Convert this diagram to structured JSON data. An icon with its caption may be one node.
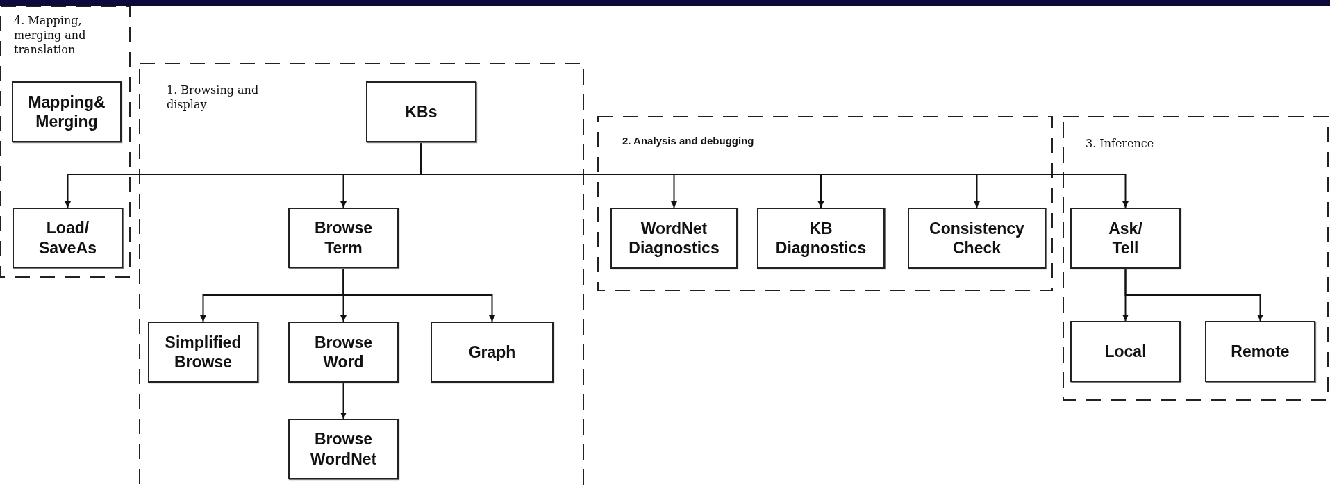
{
  "diagram": {
    "nodes": [
      {
        "text": [
          "4. Mapping, merging and translation"
        ]
      },
      {
        "text": [
          "Mapping& Merging"
        ],
        "in": 0
      },
      {
        "text": [
          "1. Browsing and display"
        ]
      },
      {
        "text": [
          "KBs"
        ],
        "in": 2
      },
      {
        "text": [
          "Load/ SaveAs"
        ],
        "in": 0
      },
      {
        "text": [
          "Browse Term"
        ],
        "in": 2
      },
      {
        "text": [
          "2. Analysis and debugging"
        ]
      },
      {
        "text": [
          "WordNet Diagnostics"
        ],
        "in": 6
      },
      {
        "text": [
          "KB Diagnostics"
        ],
        "in": 6
      },
      {
        "text": [
          "Consistency Check"
        ],
        "in": 6
      },
      {
        "text": [
          "3. Inference"
        ]
      },
      {
        "text": [
          "Ask/ Tell"
        ],
        "in": 10
      },
      {
        "text": [
          "Simplified Browse"
        ],
        "in": 2
      },
      {
        "text": [
          "Browse Word"
        ],
        "in": 2
      },
      {
        "text": [
          "Graph"
        ],
        "in": 2
      },
      {
        "text": [
          "Local"
        ],
        "in": 10
      },
      {
        "text": [
          "Remote"
        ],
        "in": 10
      },
      {
        "text": [
          "Browse WordNet"
        ],
        "in": 2
      }
    ],
    "edges": [
      {
        "from": 3,
        "to": 4,
        "arrow": "to"
      },
      {
        "from": 3,
        "to": 5,
        "arrow": "to"
      },
      {
        "from": 3,
        "to": 7,
        "arrow": "to"
      },
      {
        "from": 3,
        "to": 8,
        "arrow": "to"
      },
      {
        "from": 3,
        "to": 9,
        "arrow": "to"
      },
      {
        "from": 3,
        "to": 11,
        "arrow": "to"
      },
      {
        "from": 5,
        "to": 12,
        "arrow": "to"
      },
      {
        "from": 5,
        "to": 13,
        "arrow": "to"
      },
      {
        "from": 5,
        "to": 14,
        "arrow": "to"
      },
      {
        "from": 13,
        "to": 17,
        "arrow": "to"
      },
      {
        "from": 11,
        "to": 15,
        "arrow": "to"
      },
      {
        "from": 11,
        "to": 16,
        "arrow": "to"
      }
    ]
  }
}
